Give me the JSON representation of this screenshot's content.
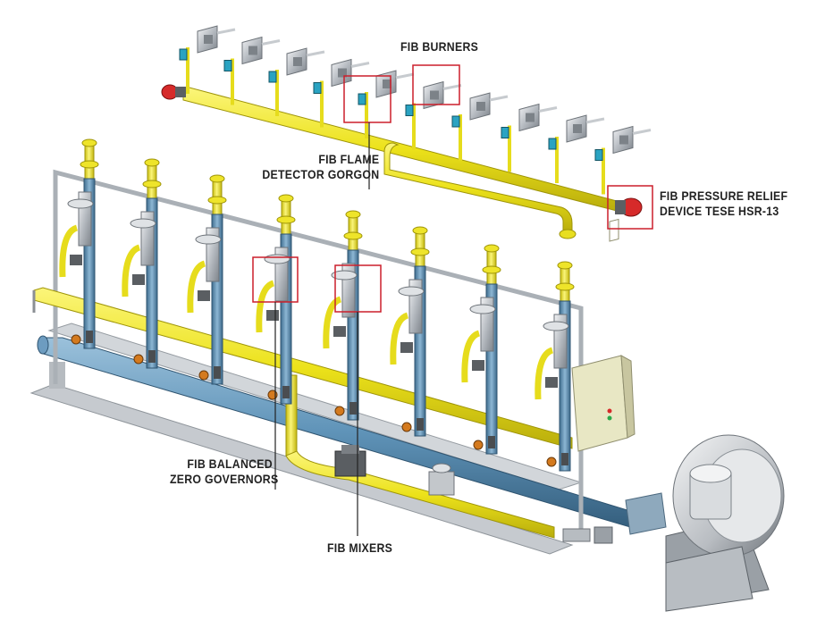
{
  "labels": {
    "burners": {
      "lines": [
        "FIB BURNERS"
      ]
    },
    "flame_detector": {
      "lines": [
        "FIB FLAME",
        "DETECTOR GORGON"
      ]
    },
    "pressure_relief": {
      "lines": [
        "FIB PRESSURE RELIEF",
        "DEVICE TESE HSR-13"
      ]
    },
    "governors": {
      "lines": [
        "FIB BALANCED",
        "ZERO GOVERNORS"
      ]
    },
    "mixers": {
      "lines": [
        "FIB MIXERS"
      ]
    }
  },
  "colors": {
    "gas_pipe": "#f2e829",
    "air_pipe": "#5f93b8",
    "frame": "#c9cdd2",
    "highlight_box": "#cc1f2b",
    "relief_device": "#d62a2a",
    "detector": "#2aa3c2",
    "text": "#222222"
  },
  "icons": [
    "fan-blower-icon",
    "control-panel-icon",
    "burner-icon",
    "flame-detector-icon",
    "mixer-icon",
    "governor-icon",
    "pressure-relief-valve-icon"
  ]
}
